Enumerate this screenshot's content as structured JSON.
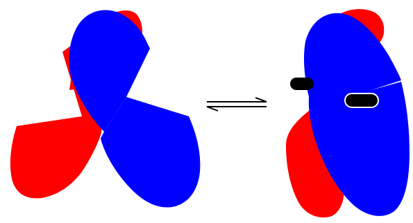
{
  "figure": {
    "left_state": {
      "parts": [
        "red-lobe-upper",
        "red-lobe-lower",
        "blue-lobe-upper",
        "blue-lobe-lower"
      ]
    },
    "equilibrium": {
      "type": "reversible-equilibrium-arrows"
    },
    "right_state": {
      "parts": [
        "red-lobe-upper",
        "red-lobe-lower",
        "blue-lobe-upper",
        "blue-lobe-lower",
        "black-ligand-left",
        "black-ligand-center"
      ]
    }
  },
  "colors": {
    "red": "#ff0000",
    "blue": "#0000ff",
    "ligand": "#000000",
    "ligand_outline": "#ffffff",
    "background": "#ffffff",
    "arrow": "#000000"
  }
}
